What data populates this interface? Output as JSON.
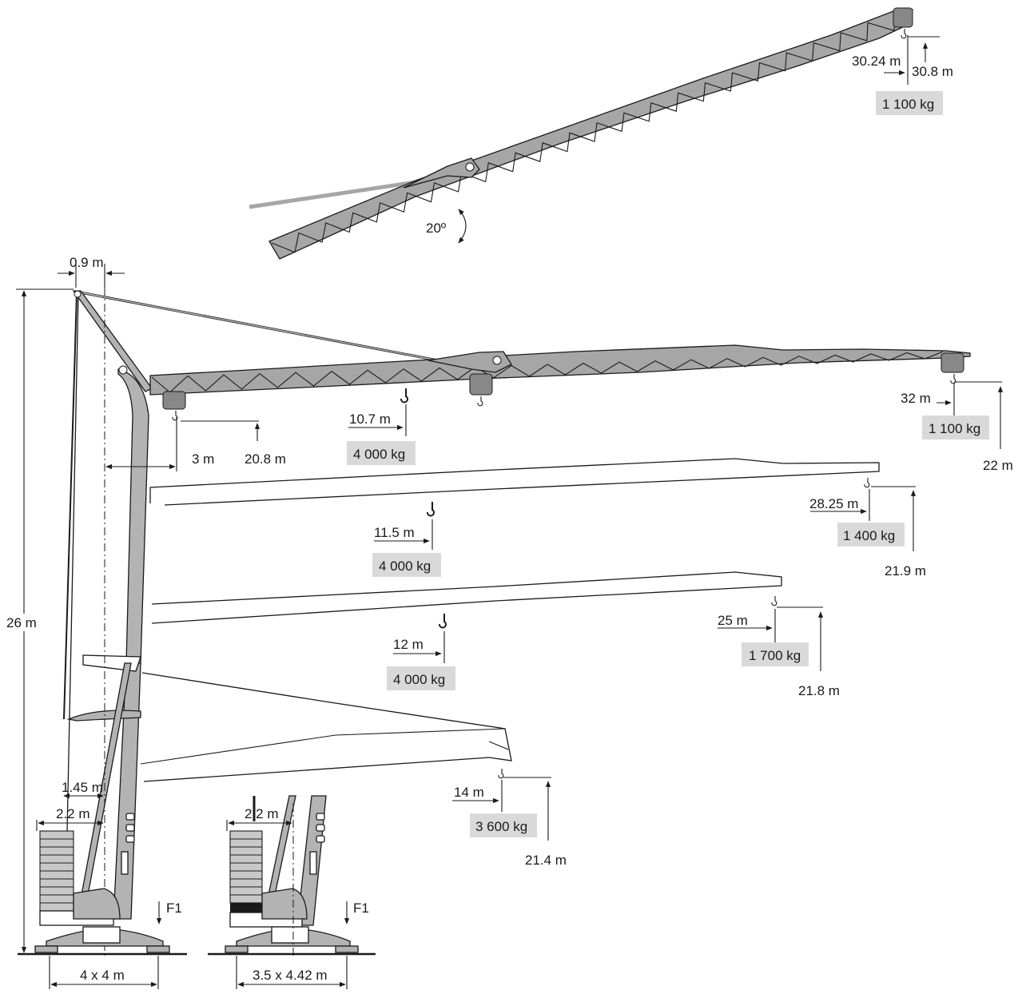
{
  "diagram": {
    "luffing_angle": "20º",
    "tilted_jib": {
      "radius": "30.24 m",
      "height": "30.8 m",
      "tip_load": "1 100 kg"
    },
    "horizontal_jib": {
      "hook_height": "20.8 m",
      "min_radius": "3 m",
      "mid_radius": "10.7 m",
      "mid_load": "4 000 kg",
      "tip_radius": "32 m",
      "tip_load": "1 100 kg",
      "tip_height": "22 m"
    },
    "config_28": {
      "mid_radius": "11.5 m",
      "mid_load": "4 000 kg",
      "tip_radius": "28.25 m",
      "tip_load": "1 400 kg",
      "height": "21.9 m"
    },
    "config_25": {
      "mid_radius": "12 m",
      "mid_load": "4 000 kg",
      "tip_radius": "25 m",
      "tip_load": "1 700 kg",
      "height": "21.8 m"
    },
    "config_14": {
      "tip_radius": "14 m",
      "tip_load": "3 600 kg",
      "height": "21.4 m"
    },
    "tower": {
      "top_offset": "0.9 m",
      "total_height": "26 m",
      "offset_1": "1.45 m",
      "ballast_width_a": "2.2 m",
      "ballast_width_b": "2.2 m"
    },
    "base": {
      "force_label_a": "F1",
      "force_label_b": "F1",
      "base_a": "4 x 4 m",
      "base_b": "3.5 x 4.42 m"
    }
  }
}
